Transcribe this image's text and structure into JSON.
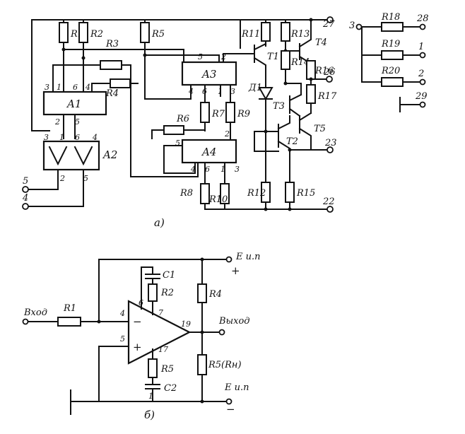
{
  "diagram_a": {
    "label": "a)",
    "blocks": {
      "a1": "A1",
      "a2": "A2",
      "a3": "A3",
      "a4": "A4"
    },
    "resistors": {
      "r1": "R1",
      "r2": "R2",
      "r3": "R3",
      "r4": "R4",
      "r5": "R5",
      "r6": "R6",
      "r7": "R7",
      "r8": "R8",
      "r9": "R9",
      "r10": "R10",
      "r11": "R11",
      "r12": "R12",
      "r13": "R13",
      "r14": "R14",
      "r15": "R15",
      "r16": "R16",
      "r17": "R17",
      "r18": "R18",
      "r19": "R19",
      "r20": "R20"
    },
    "transistors": {
      "t1": "T1",
      "t2": "T2",
      "t3": "T3",
      "t4": "T4",
      "t5": "T5"
    },
    "diode": "Д1",
    "terminals": {
      "t27": "27",
      "t26": "26",
      "t23": "23",
      "t22": "22",
      "t5": "5",
      "t4": "4",
      "t3": "3",
      "t28": "28",
      "t1": "1",
      "t2": "2",
      "t29": "29"
    },
    "pins": {
      "a1_3": "3",
      "a1_1": "1",
      "a1_6": "6",
      "a1_4": "4",
      "a1_2": "2",
      "a1_5": "5",
      "a2_3": "3",
      "a2_1": "1",
      "a2_6": "6",
      "a2_4": "4",
      "a2_2": "2",
      "a2_5": "5",
      "a3_5": "5",
      "a3_2": "2",
      "a3_4": "4",
      "a3_6": "6",
      "a3_1": "1",
      "a3_3": "3",
      "a4_2": "2",
      "a4_5": "5",
      "a4_4": "4",
      "a4_6": "6",
      "a4_1": "1",
      "a4_3": "3"
    }
  },
  "diagram_b": {
    "label": "б)",
    "input_label": "Вход",
    "output_label": "Выход",
    "supply_pos": "Е и.п",
    "supply_neg": "Е и.п",
    "plus_sign": "+",
    "minus_sign": "−",
    "opamp_minus": "−",
    "opamp_plus": "+",
    "resistors": {
      "r1": "R1",
      "r2": "R2",
      "r4": "R4",
      "r5": "R5",
      "r5b": "R5(Rн)"
    },
    "capacitors": {
      "c1": "C1",
      "c2": "C2"
    },
    "pins": {
      "p4": "4",
      "p5": "5",
      "p6": "6",
      "p7": "7",
      "p17": "17",
      "p19": "19",
      "p1": "1"
    }
  }
}
